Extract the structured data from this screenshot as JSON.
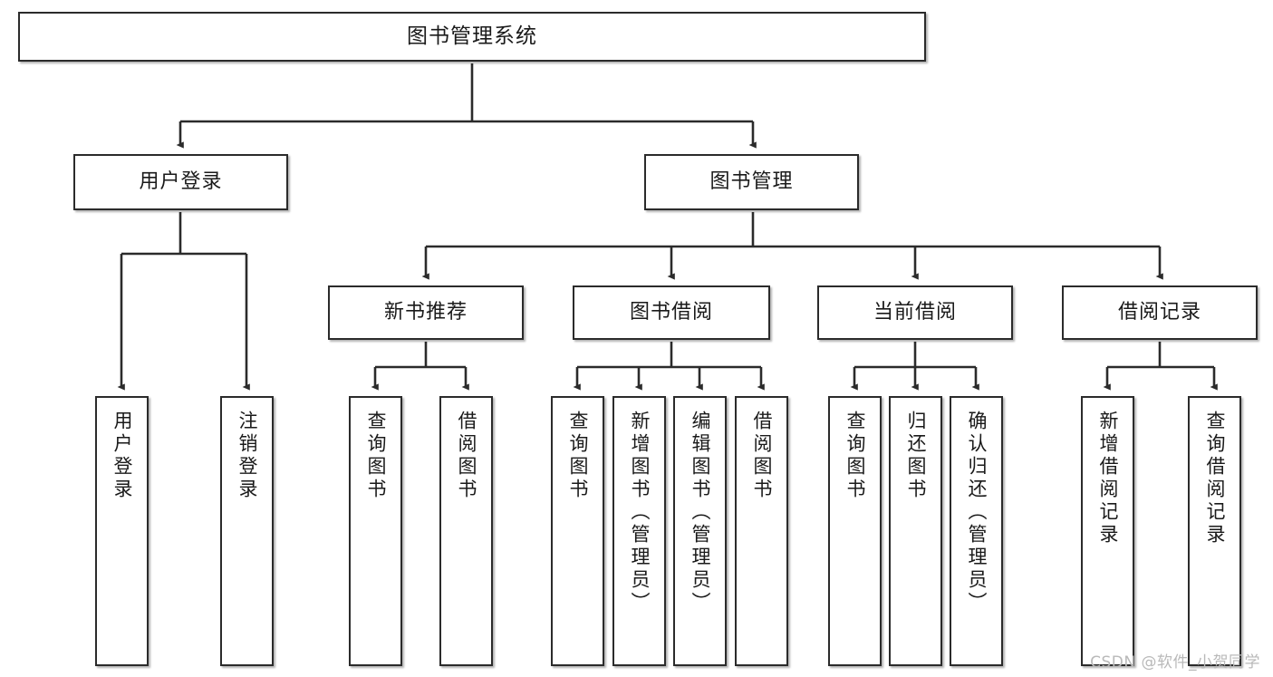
{
  "diagram": {
    "title": "图书管理系统",
    "type": "tree-hierarchy-diagram",
    "watermark": "CSDN @软件_小贺同学",
    "colors": {
      "node_border": "#2b2b2b",
      "node_fill": "#ffffff",
      "edge": "#2b2b2b",
      "text": "#1a1a1a",
      "watermark": "#b9b9b9"
    },
    "root": {
      "label": "图书管理系统"
    },
    "level2": [
      {
        "label": "用户登录"
      },
      {
        "label": "图书管理"
      }
    ],
    "level3": [
      {
        "label": "新书推荐"
      },
      {
        "label": "图书借阅"
      },
      {
        "label": "当前借阅"
      },
      {
        "label": "借阅记录"
      }
    ],
    "leaves": {
      "user_login": [
        {
          "label": "用户登录"
        },
        {
          "label": "注销登录"
        }
      ],
      "new_book_recommend": [
        {
          "label": "查询图书"
        },
        {
          "label": "借阅图书"
        }
      ],
      "book_borrow": [
        {
          "label": "查询图书"
        },
        {
          "label": "新增图书（管理员）"
        },
        {
          "label": "编辑图书（管理员）"
        },
        {
          "label": "借阅图书"
        }
      ],
      "current_borrow": [
        {
          "label": "查询图书"
        },
        {
          "label": "归还图书"
        },
        {
          "label": "确认归还（管理员）"
        }
      ],
      "borrow_record": [
        {
          "label": "新增借阅记录"
        },
        {
          "label": "查询借阅记录"
        }
      ]
    }
  }
}
